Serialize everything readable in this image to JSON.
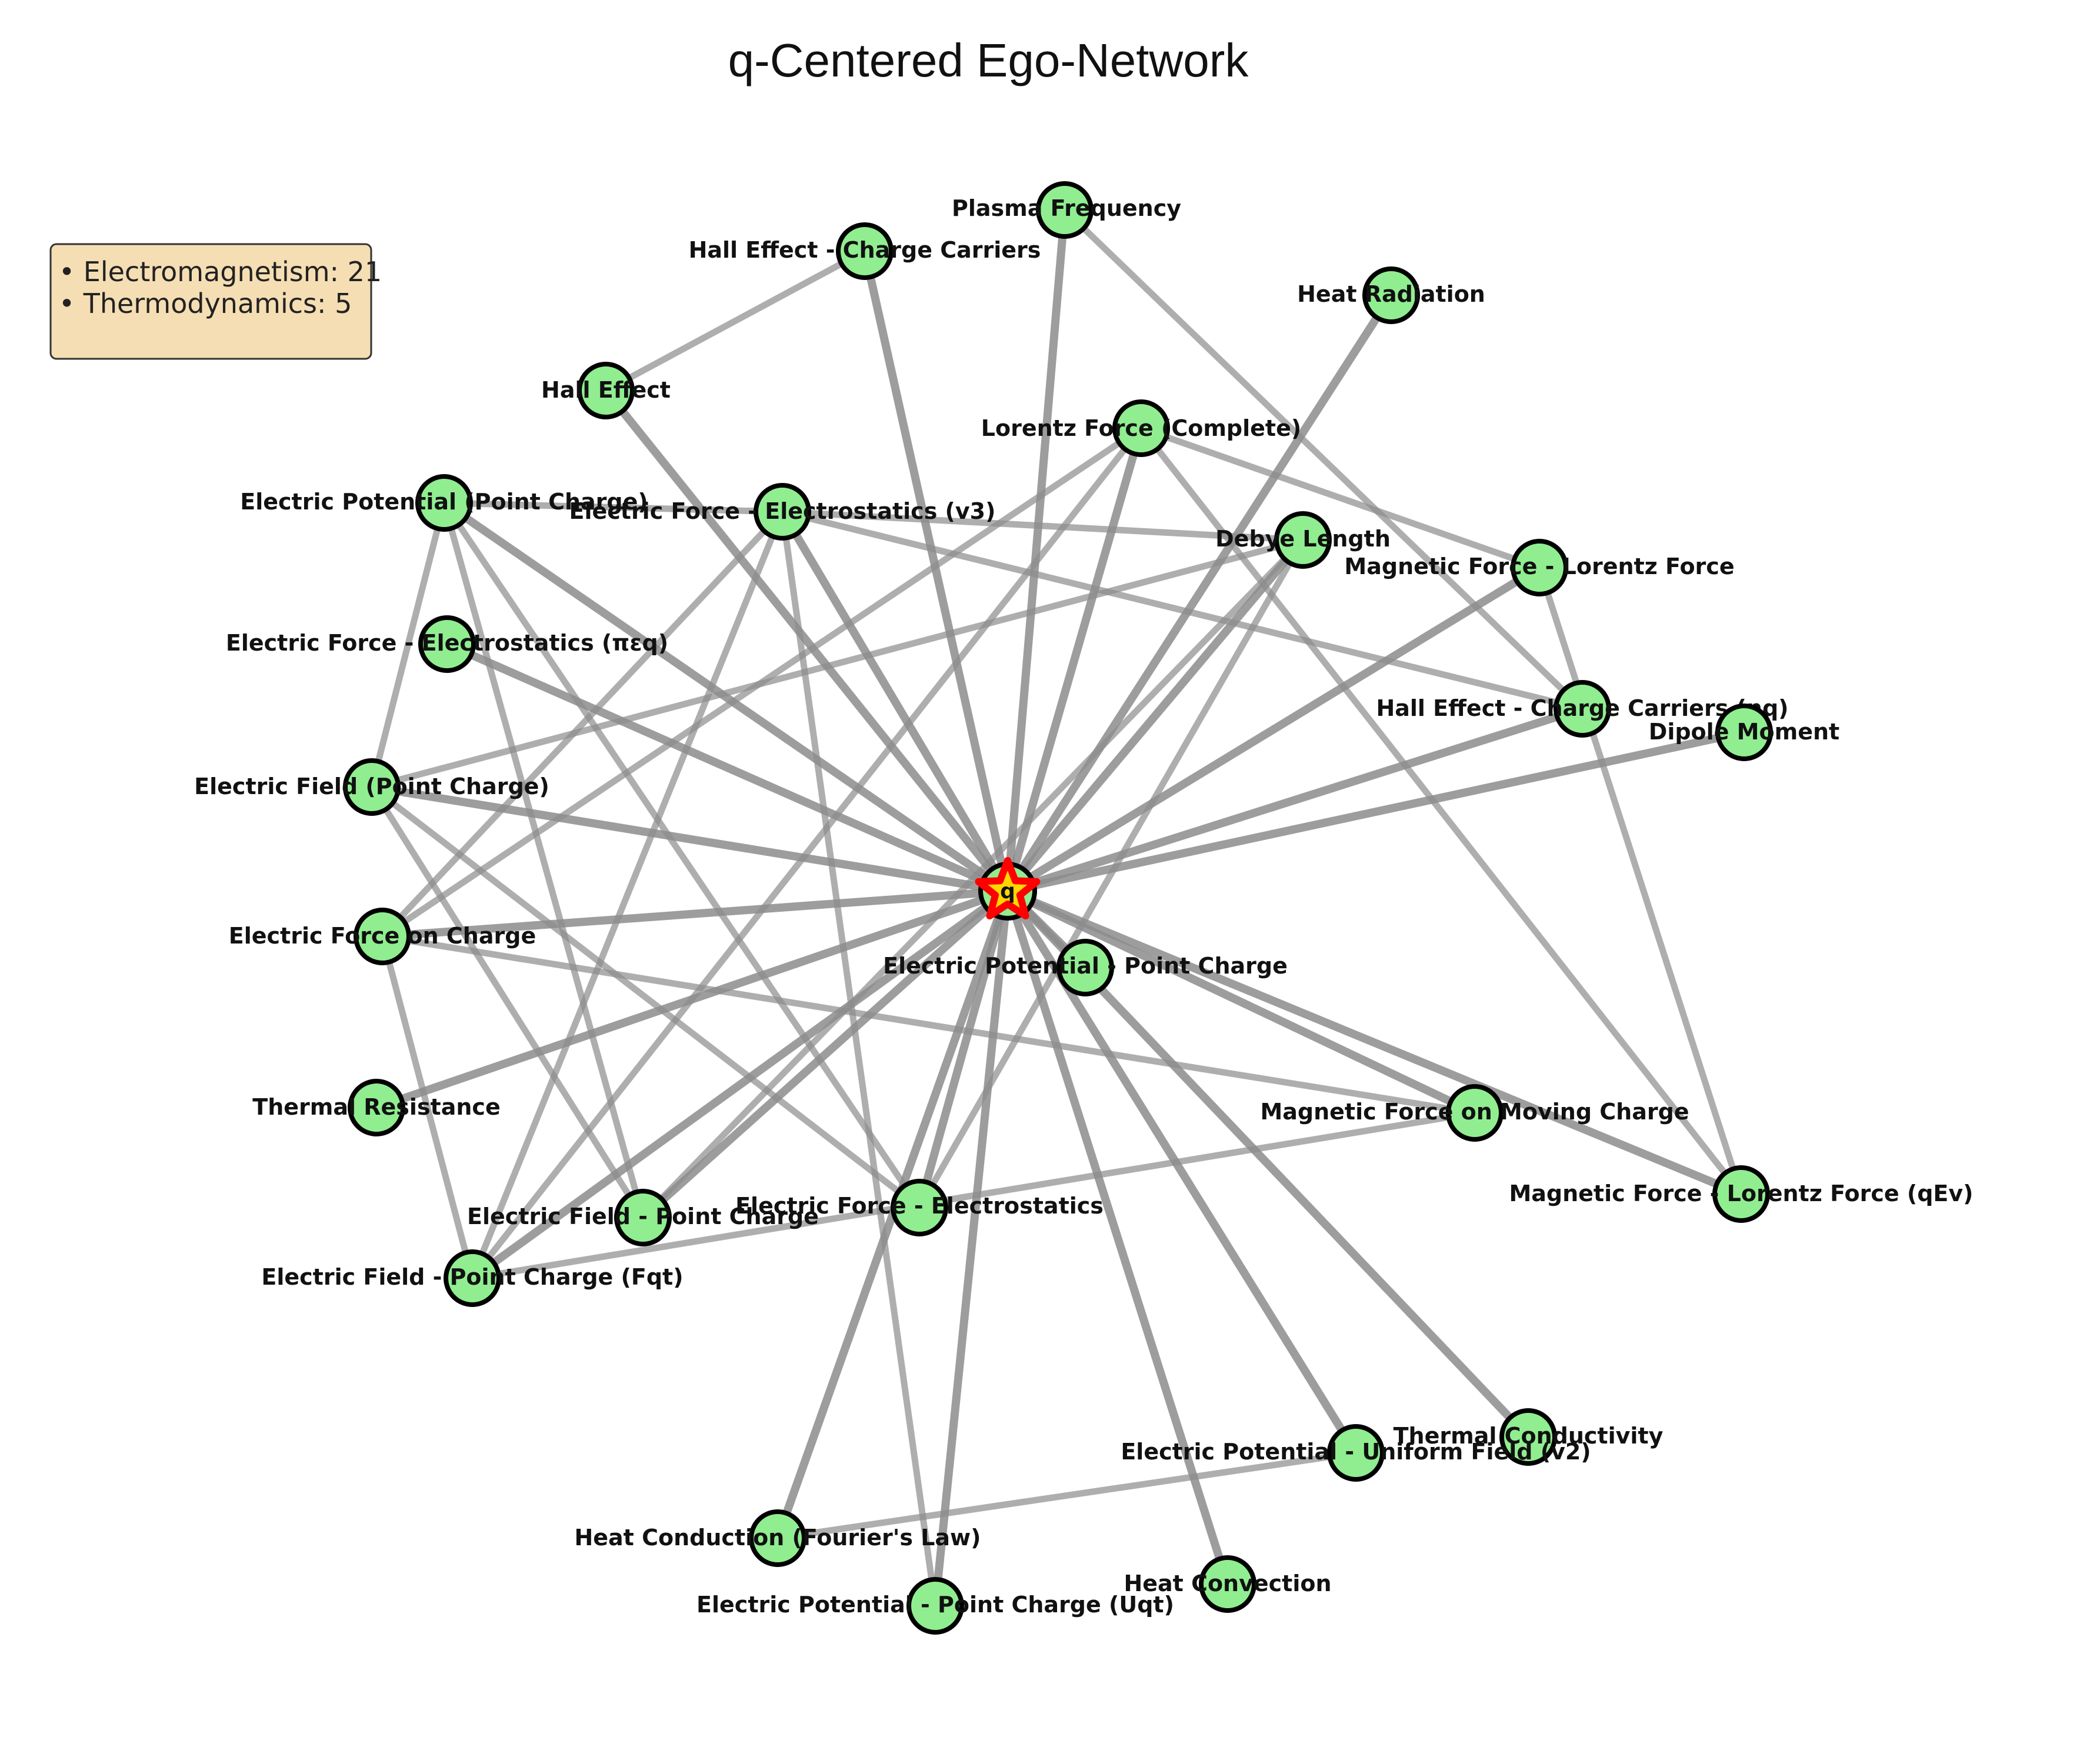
{
  "title": "q-Centered Ego-Network",
  "legend": {
    "items": [
      "• Electromagnetism: 21",
      "• Thermodynamics: 5"
    ]
  },
  "colors": {
    "node_fill": "#90ee90",
    "node_stroke": "#000000",
    "center_fill": "#ffd700",
    "center_stroke": "#ff0000",
    "edge": "#8c8c8c",
    "legend_bg": "#f5deb3",
    "legend_border": "#333333"
  },
  "center": {
    "id": "q",
    "label": "q"
  },
  "nodes": [
    {
      "id": "plasma_freq",
      "label": "Plasma Frequency"
    },
    {
      "id": "hall_carriers",
      "label": "Hall Effect - Charge Carriers"
    },
    {
      "id": "heat_radiation",
      "label": "Heat Radiation"
    },
    {
      "id": "hall_effect",
      "label": "Hall Effect"
    },
    {
      "id": "lorentz_complete",
      "label": "Lorentz Force (Complete)"
    },
    {
      "id": "epot_point_charge_paren",
      "label": "Electric Potential (Point Charge)"
    },
    {
      "id": "eforce_v3",
      "label": "Electric Force - Electrostatics (v3)"
    },
    {
      "id": "debye",
      "label": "Debye Length"
    },
    {
      "id": "mag_lorentz",
      "label": "Magnetic Force - Lorentz Force"
    },
    {
      "id": "eforce_pieq",
      "label": "Electric Force - Electrostatics (πεq)"
    },
    {
      "id": "hall_nq",
      "label": "Hall Effect - Charge Carriers (nq)"
    },
    {
      "id": "dipole",
      "label": "Dipole Moment"
    },
    {
      "id": "efield_paren",
      "label": "Electric Field (Point Charge)"
    },
    {
      "id": "eforce_on_charge",
      "label": "Electric Force on Charge"
    },
    {
      "id": "epot_dash",
      "label": "Electric Potential - Point Charge"
    },
    {
      "id": "thermal_res",
      "label": "Thermal Resistance"
    },
    {
      "id": "mag_moving",
      "label": "Magnetic Force on Moving Charge"
    },
    {
      "id": "mag_qev",
      "label": "Magnetic Force - Lorentz Force (qEv)"
    },
    {
      "id": "eforce_es",
      "label": "Electric Force - Electrostatics"
    },
    {
      "id": "efield_dash",
      "label": "Electric Field - Point Charge"
    },
    {
      "id": "efield_fqt",
      "label": "Electric Field - Point Charge (Fqt)"
    },
    {
      "id": "thermal_cond",
      "label": "Thermal Conductivity"
    },
    {
      "id": "epot_uniform",
      "label": "Electric Potential - Uniform Field (v2)"
    },
    {
      "id": "heat_conduction",
      "label": "Heat Conduction (Fourier's Law)"
    },
    {
      "id": "heat_convection",
      "label": "Heat Convection"
    },
    {
      "id": "epot_uqt",
      "label": "Electric Potential - Point Charge (Uqt)"
    }
  ],
  "edges": [
    [
      "q",
      "plasma_freq"
    ],
    [
      "q",
      "hall_carriers"
    ],
    [
      "q",
      "heat_radiation"
    ],
    [
      "q",
      "hall_effect"
    ],
    [
      "q",
      "lorentz_complete"
    ],
    [
      "q",
      "epot_point_charge_paren"
    ],
    [
      "q",
      "eforce_v3"
    ],
    [
      "q",
      "debye"
    ],
    [
      "q",
      "mag_lorentz"
    ],
    [
      "q",
      "eforce_pieq"
    ],
    [
      "q",
      "hall_nq"
    ],
    [
      "q",
      "dipole"
    ],
    [
      "q",
      "efield_paren"
    ],
    [
      "q",
      "eforce_on_charge"
    ],
    [
      "q",
      "epot_dash"
    ],
    [
      "q",
      "thermal_res"
    ],
    [
      "q",
      "mag_moving"
    ],
    [
      "q",
      "mag_qev"
    ],
    [
      "q",
      "eforce_es"
    ],
    [
      "q",
      "efield_dash"
    ],
    [
      "q",
      "efield_fqt"
    ],
    [
      "q",
      "thermal_cond"
    ],
    [
      "q",
      "epot_uniform"
    ],
    [
      "q",
      "heat_conduction"
    ],
    [
      "q",
      "heat_convection"
    ],
    [
      "q",
      "epot_uqt"
    ],
    [
      "hall_carriers",
      "hall_effect"
    ],
    [
      "plasma_freq",
      "hall_nq"
    ],
    [
      "lorentz_complete",
      "mag_lorentz"
    ],
    [
      "lorentz_complete",
      "mag_qev"
    ],
    [
      "lorentz_complete",
      "eforce_on_charge"
    ],
    [
      "lorentz_complete",
      "efield_fqt"
    ],
    [
      "epot_point_charge_paren",
      "eforce_v3"
    ],
    [
      "epot_point_charge_paren",
      "efield_paren"
    ],
    [
      "epot_point_charge_paren",
      "efield_dash"
    ],
    [
      "epot_point_charge_paren",
      "eforce_es"
    ],
    [
      "eforce_v3",
      "debye"
    ],
    [
      "eforce_v3",
      "hall_nq"
    ],
    [
      "eforce_v3",
      "eforce_on_charge"
    ],
    [
      "eforce_v3",
      "efield_fqt"
    ],
    [
      "eforce_v3",
      "epot_uqt"
    ],
    [
      "debye",
      "efield_paren"
    ],
    [
      "debye",
      "efield_dash"
    ],
    [
      "debye",
      "eforce_es"
    ],
    [
      "mag_lorentz",
      "mag_qev"
    ],
    [
      "efield_paren",
      "efield_dash"
    ],
    [
      "efield_paren",
      "eforce_es"
    ],
    [
      "eforce_on_charge",
      "efield_fqt"
    ],
    [
      "eforce_on_charge",
      "mag_moving"
    ],
    [
      "mag_moving",
      "efield_fqt"
    ],
    [
      "epot_uniform",
      "heat_conduction"
    ]
  ]
}
